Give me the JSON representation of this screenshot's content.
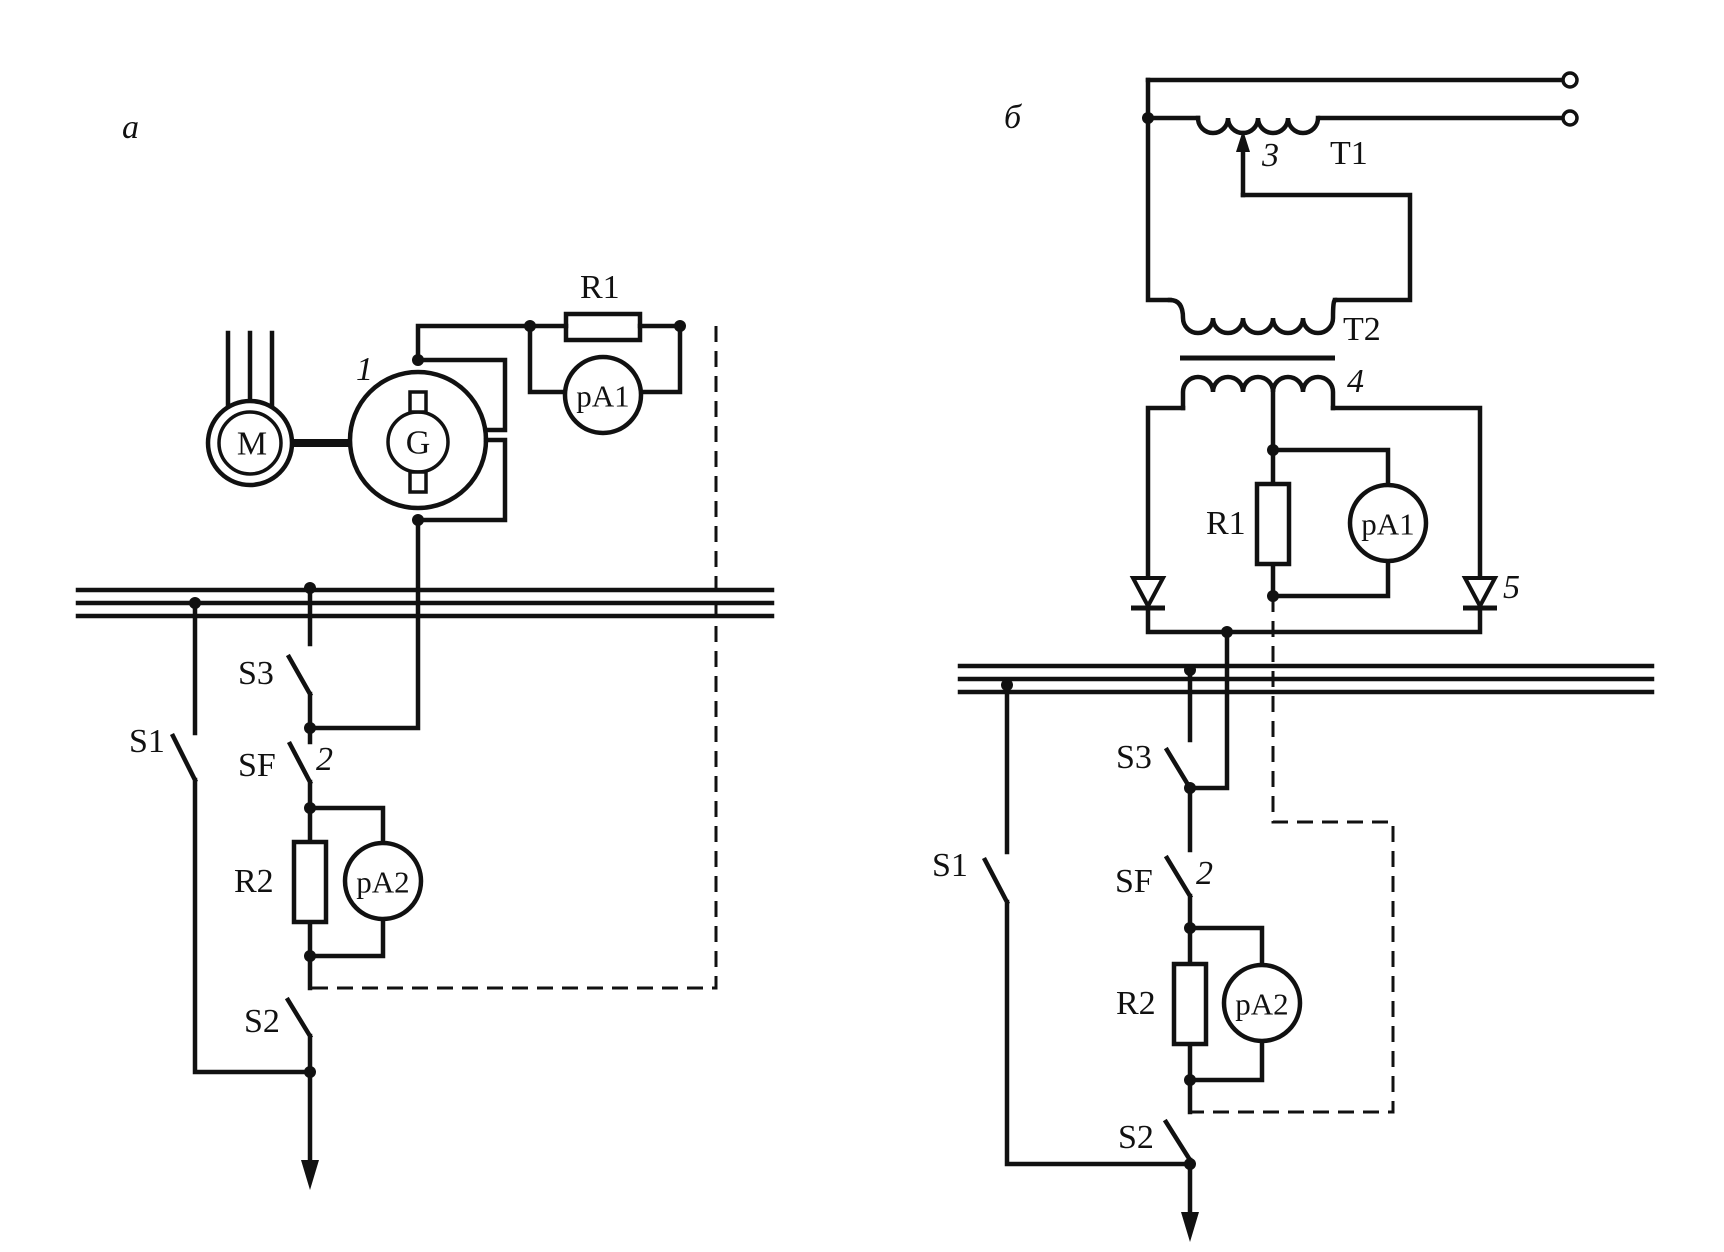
{
  "panel_a": {
    "letter": "а",
    "motor": "M",
    "generator": "G",
    "generator_num": "1",
    "r1": "R1",
    "pa1": "pA1",
    "s3": "S3",
    "s1": "S1",
    "sf": "SF",
    "sf_num": "2",
    "r2": "R2",
    "pa2": "pA2",
    "s2": "S2"
  },
  "panel_b": {
    "letter": "б",
    "tap_num": "3",
    "t1": "T1",
    "t2": "T2",
    "winding_num": "4",
    "r1": "R1",
    "pa1": "pA1",
    "diode_num": "5",
    "s3": "S3",
    "s1": "S1",
    "sf": "SF",
    "sf_num": "2",
    "r2": "R2",
    "pa2": "pA2",
    "s2": "S2"
  }
}
